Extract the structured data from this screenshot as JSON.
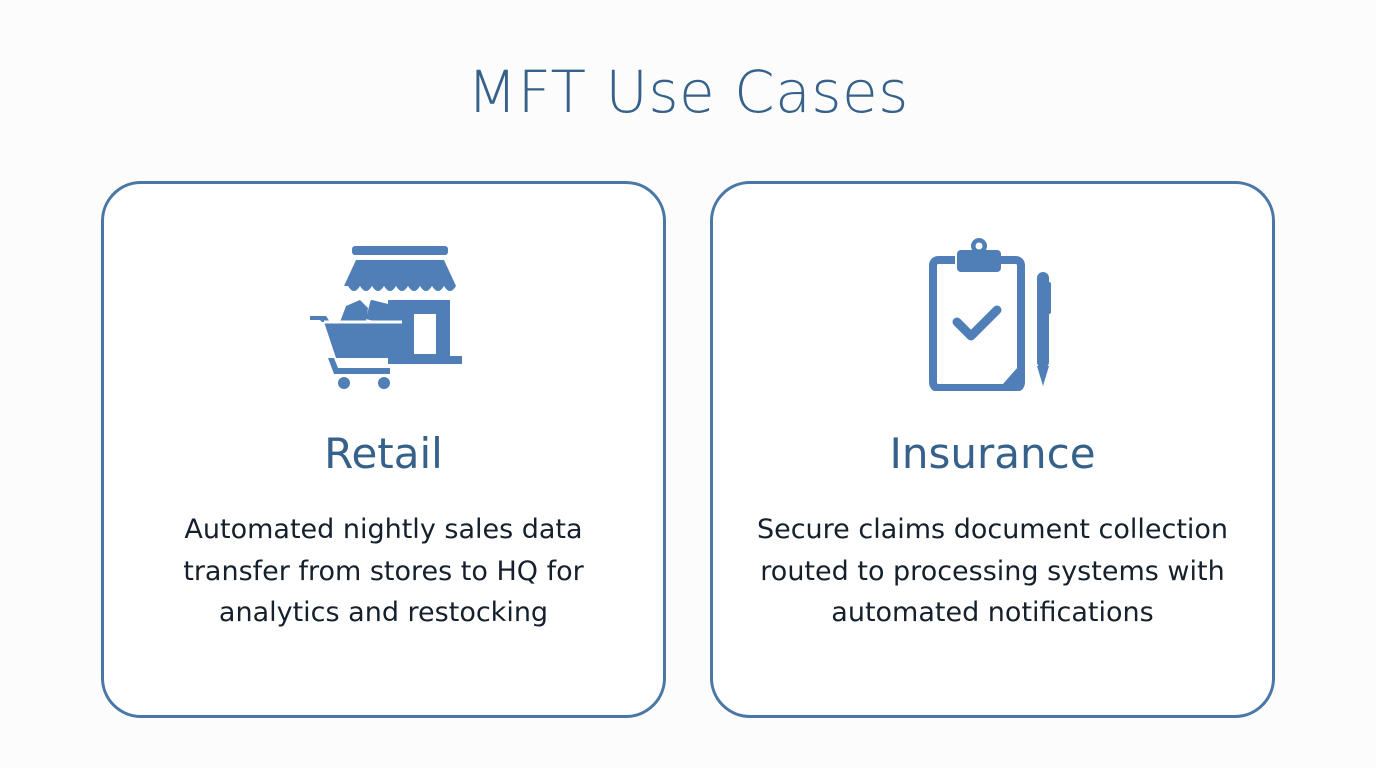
{
  "title": "MFT Use Cases",
  "colors": {
    "accent": "#4a77a7",
    "title_text": "#35618a",
    "body_text": "#15202c",
    "background": "#fcfcfc"
  },
  "cards": [
    {
      "icon": "storefront-cart-icon",
      "title": "Retail",
      "description": "Automated nightly sales data transfer from stores to HQ for analytics and restocking"
    },
    {
      "icon": "clipboard-check-pen-icon",
      "title": "Insurance",
      "description": "Secure claims document collection routed to processing systems with automated notifications"
    }
  ]
}
